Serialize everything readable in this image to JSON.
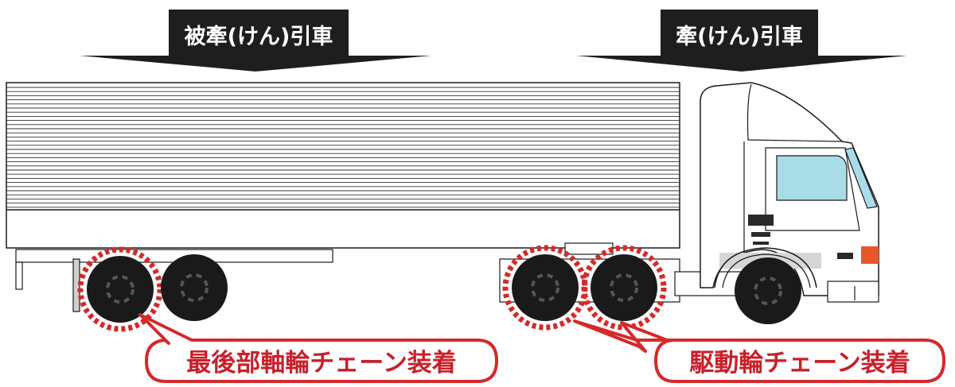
{
  "labels": {
    "trailer": "被牽(けん)引車",
    "tractor": "牽(けん)引車"
  },
  "callouts": {
    "rear_axle": "最後部軸輪チェーン装着",
    "drive_axle": "駆動輪チェーン装着"
  },
  "colors": {
    "banner": "#1e1e1e",
    "callout_border": "#d42a2a",
    "callout_text": "#c8202a",
    "chain_ring": "#d42a2a",
    "tire": "#1a1a1a",
    "window": "#a8dde8",
    "tail_light": "#e8562a"
  }
}
